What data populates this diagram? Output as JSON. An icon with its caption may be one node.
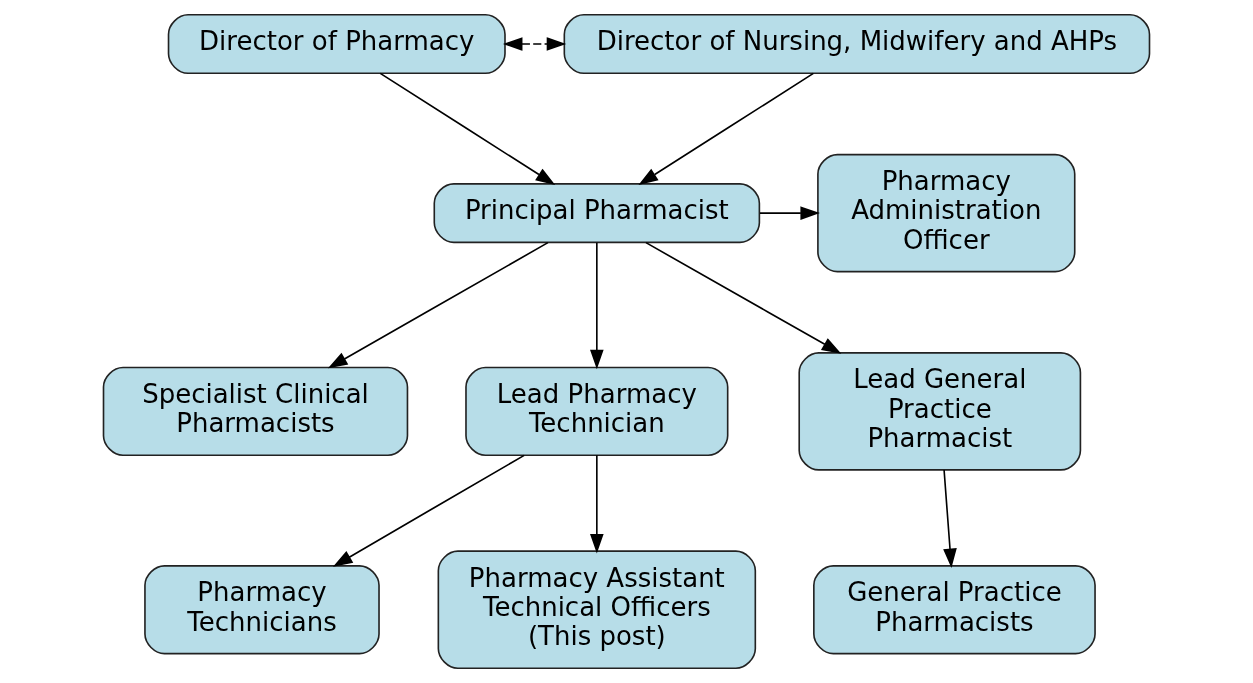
{
  "diagram": {
    "nodes": [
      {
        "text": [
          "Director of Pharmacy"
        ]
      },
      {
        "text": [
          "Director of Nursing, Midwifery and AHPs"
        ]
      },
      {
        "text": [
          "Pharmacy Administration Officer"
        ]
      },
      {
        "text": [
          "Principal Pharmacist"
        ]
      },
      {
        "text": [
          "Specialist Clinical Pharmacists"
        ]
      },
      {
        "text": [
          "Lead Pharmacy Technician"
        ]
      },
      {
        "text": [
          "Lead General Practice Pharmacist"
        ]
      },
      {
        "text": [
          "Pharmacy Technicians"
        ]
      },
      {
        "text": [
          "Pharmacy Assistant Technical Officers (This post)"
        ]
      },
      {
        "text": [
          "General Practice Pharmacists"
        ]
      }
    ],
    "edges": [
      {
        "from": 0,
        "to": 1,
        "arrow": "both",
        "style": "dashed"
      },
      {
        "from": 0,
        "to": 3,
        "arrow": "to"
      },
      {
        "from": 1,
        "to": 3,
        "arrow": "to"
      },
      {
        "from": 3,
        "to": 2,
        "arrow": "to"
      },
      {
        "from": 3,
        "to": 4,
        "arrow": "to"
      },
      {
        "from": 3,
        "to": 5,
        "arrow": "to"
      },
      {
        "from": 3,
        "to": 6,
        "arrow": "to"
      },
      {
        "from": 5,
        "to": 7,
        "arrow": "to"
      },
      {
        "from": 5,
        "to": 8,
        "arrow": "to"
      },
      {
        "from": 6,
        "to": 9,
        "arrow": "to"
      }
    ]
  }
}
